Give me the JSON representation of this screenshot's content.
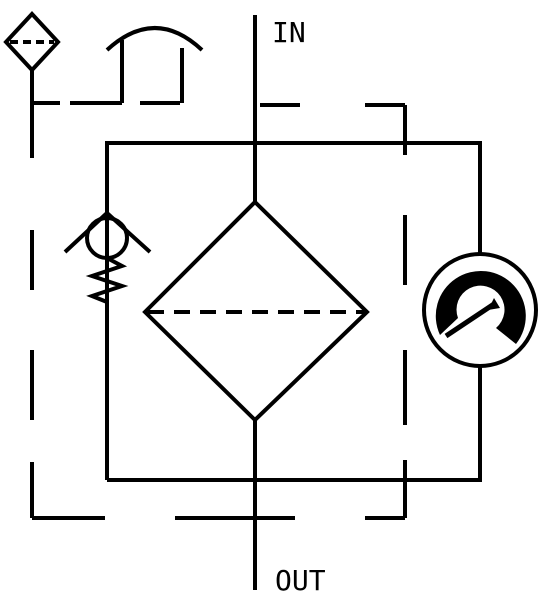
{
  "labels": {
    "inlet": "IN",
    "outlet": "OUT"
  },
  "symbols": {
    "main_filter": "diamond-filter-icon",
    "small_filter": "small-diamond-filter-icon",
    "return_valve": "check-valve-icon",
    "spring": "spring-icon",
    "pressure_gauge": "pressure-gauge-icon",
    "cover_shape": "arc-cover-icon",
    "enclosure": "dashed-enclosure-outline"
  },
  "colors": {
    "line": "#000000",
    "background": "#ffffff"
  }
}
